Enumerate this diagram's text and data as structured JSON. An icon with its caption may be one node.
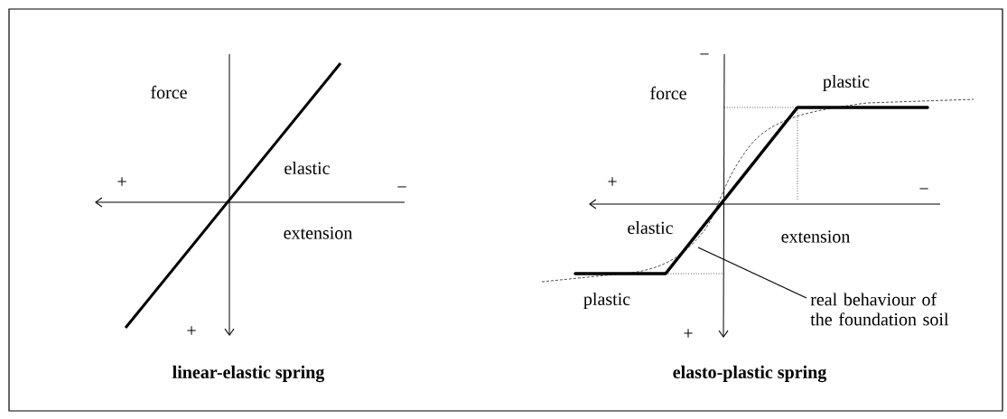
{
  "diagram": {
    "nodes": [
      {
        "text": [
          "real behaviour of the foundation soil"
        ]
      },
      {
        "text": [],
        "shape": "curve"
      }
    ],
    "edges": [
      {
        "from": 0,
        "to": 1,
        "arrow": "none"
      }
    ],
    "labels": [
      "force",
      "elastic",
      "+",
      "−",
      "extension",
      "+",
      "linear-elastic spring",
      "−",
      "force",
      "plastic",
      "+",
      "−",
      "elastic",
      "extension",
      "plastic",
      "+",
      "elasto-plastic spring"
    ]
  }
}
